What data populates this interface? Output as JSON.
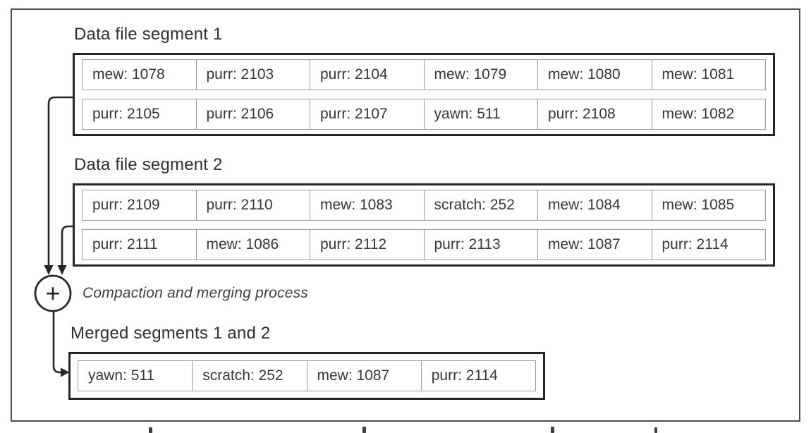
{
  "colors": {
    "ink": "#262626",
    "frame_border": "#4f4f4f",
    "cell_border": "#9b9b9b",
    "text": "#363636",
    "background": "#ffffff"
  },
  "segment1": {
    "title": "Data file segment 1",
    "rows": [
      [
        "mew: 1078",
        "purr: 2103",
        "purr: 2104",
        "mew: 1079",
        "mew: 1080",
        "mew: 1081"
      ],
      [
        "purr: 2105",
        "purr: 2106",
        "purr: 2107",
        "yawn: 511",
        "purr: 2108",
        "mew: 1082"
      ]
    ]
  },
  "segment2": {
    "title": "Data file segment 2",
    "rows": [
      [
        "purr: 2109",
        "purr: 2110",
        "mew: 1083",
        "scratch: 252",
        "mew: 1084",
        "mew: 1085"
      ],
      [
        "purr: 2111",
        "mew: 1086",
        "purr: 2112",
        "purr: 2113",
        "mew: 1087",
        "purr: 2114"
      ]
    ]
  },
  "merge": {
    "operator": "+",
    "label": "Compaction and merging process"
  },
  "merged": {
    "title": "Merged segments 1 and 2",
    "rows": [
      [
        "yawn: 511",
        "scratch: 252",
        "mew: 1087",
        "purr: 2114"
      ]
    ]
  }
}
